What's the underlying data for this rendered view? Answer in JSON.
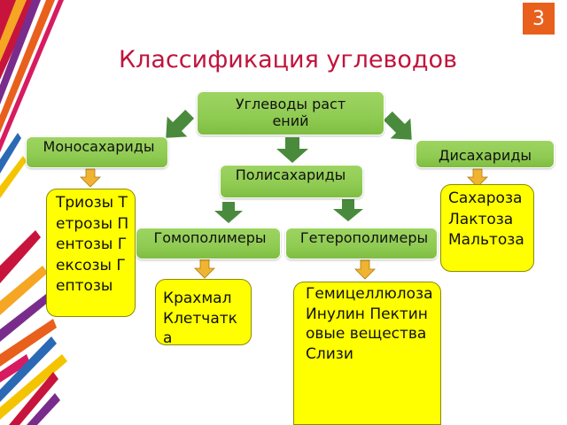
{
  "slide_number": "3",
  "title": "Классификация углеводов",
  "nodes": {
    "root": "Углеводы растений",
    "mono": "Моносахариды",
    "di": "Дисахариды",
    "poly": "Полисахариды",
    "homo": "Гомополимеры",
    "hetero": "Гетерополимеры"
  },
  "lists": {
    "mono_types": "Триозы Тетрозы Пентозы Гексозы Гептозы",
    "di_types": "Сахароза Лактоза Мальтоза",
    "homo_types": "Крахмал Клетчатка",
    "hetero_types": "Гемицеллюлоза Инулин Пектиновые вещества Слизи"
  },
  "colors": {
    "title": "#c0143c",
    "green_box": "#8fcb52",
    "yellow_box": "#ffff00",
    "green_arrow": "#4a8a3c",
    "gold_arrow": "#f0b430",
    "badge": "#e8601c"
  }
}
